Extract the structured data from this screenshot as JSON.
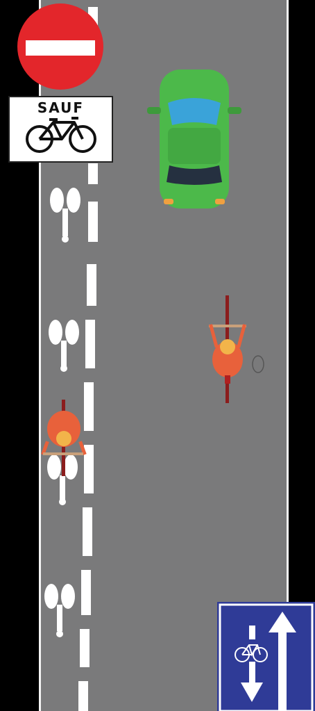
{
  "scene": {
    "sign_top": {
      "type": "no-entry-sign",
      "text": "SAUF",
      "icon": "bicycle-icon",
      "colors": {
        "red": "#e3262b",
        "white": "#ffffff"
      }
    },
    "sign_bottom": {
      "type": "contraflow-bike-lane-sign",
      "icons": [
        "up-arrow-icon",
        "down-arrow-icon",
        "bicycle-icon"
      ],
      "colors": {
        "blue": "#2f3b97",
        "white": "#ffffff"
      }
    },
    "road": {
      "asphalt": "#7a7a7b",
      "markings": "#ffffff"
    },
    "car": {
      "color": "#4cb94a"
    },
    "cyclists": {
      "jersey": "#e8613b",
      "frame": "#8b1d1d"
    }
  }
}
